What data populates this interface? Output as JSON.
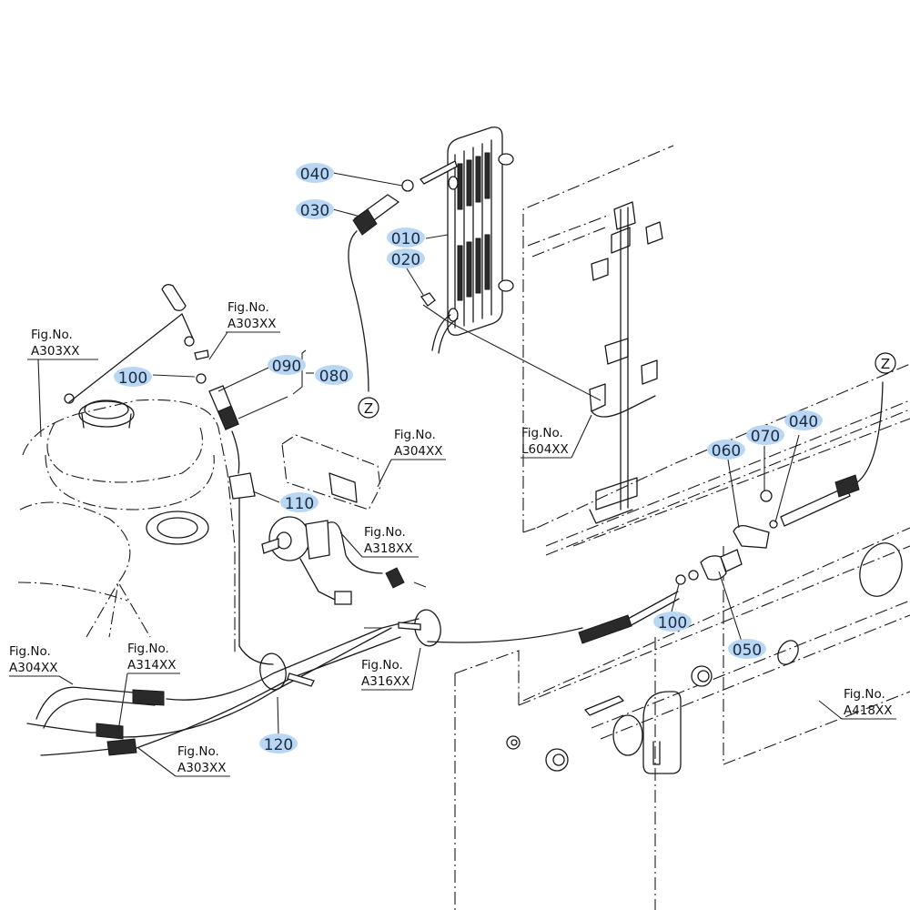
{
  "diagram": {
    "type": "exploded-parts-diagram",
    "highlight_color": "#b9d7f3",
    "part_numbers": [
      {
        "id": "p040a",
        "label": "040"
      },
      {
        "id": "p030",
        "label": "030"
      },
      {
        "id": "p010",
        "label": "010"
      },
      {
        "id": "p020",
        "label": "020"
      },
      {
        "id": "p100a",
        "label": "100"
      },
      {
        "id": "p090",
        "label": "090"
      },
      {
        "id": "p080",
        "label": "080"
      },
      {
        "id": "p110",
        "label": "110"
      },
      {
        "id": "p060",
        "label": "060"
      },
      {
        "id": "p070",
        "label": "070"
      },
      {
        "id": "p040b",
        "label": "040"
      },
      {
        "id": "p100b",
        "label": "100"
      },
      {
        "id": "p050",
        "label": "050"
      },
      {
        "id": "p120",
        "label": "120"
      }
    ],
    "figure_refs": [
      {
        "id": "f1",
        "line1": "Fig.No.",
        "line2": "A303XX"
      },
      {
        "id": "f2",
        "line1": "Fig.No.",
        "line2": "A303XX"
      },
      {
        "id": "f3",
        "line1": "Fig.No.",
        "line2": "A304XX"
      },
      {
        "id": "f4",
        "line1": "Fig.No.",
        "line2": "A318XX"
      },
      {
        "id": "f5",
        "line1": "Fig.No.",
        "line2": "L604XX"
      },
      {
        "id": "f6",
        "line1": "Fig.No.",
        "line2": "A304XX"
      },
      {
        "id": "f7",
        "line1": "Fig.No.",
        "line2": "A314XX"
      },
      {
        "id": "f8",
        "line1": "Fig.No.",
        "line2": "A316XX"
      },
      {
        "id": "f9",
        "line1": "Fig.No.",
        "line2": "A303XX"
      },
      {
        "id": "f10",
        "line1": "Fig.No.",
        "line2": "A418XX"
      }
    ],
    "connectors": [
      {
        "id": "z1",
        "label": "Z"
      },
      {
        "id": "z2",
        "label": "Z"
      }
    ]
  }
}
